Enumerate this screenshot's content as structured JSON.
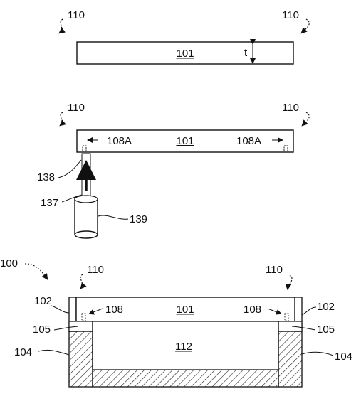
{
  "labels": {
    "plate_top": "101",
    "plate_mid": "101",
    "plate_bot": "101",
    "thickness": "t",
    "ref_110_tl": "110",
    "ref_110_tr": "110",
    "ref_110_ml": "110",
    "ref_110_mr": "110",
    "ref_110_bl": "110",
    "ref_110_br": "110",
    "ref_108a_left": "108A",
    "ref_108a_right": "108A",
    "ref_138": "138",
    "ref_137": "137",
    "ref_139": "139",
    "ref_100": "100",
    "ref_102_left": "102",
    "ref_102_right": "102",
    "ref_108_left": "108",
    "ref_108_right": "108",
    "ref_105_left": "105",
    "ref_105_right": "105",
    "ref_104_left": "104",
    "ref_104_right": "104",
    "cavity": "112"
  }
}
